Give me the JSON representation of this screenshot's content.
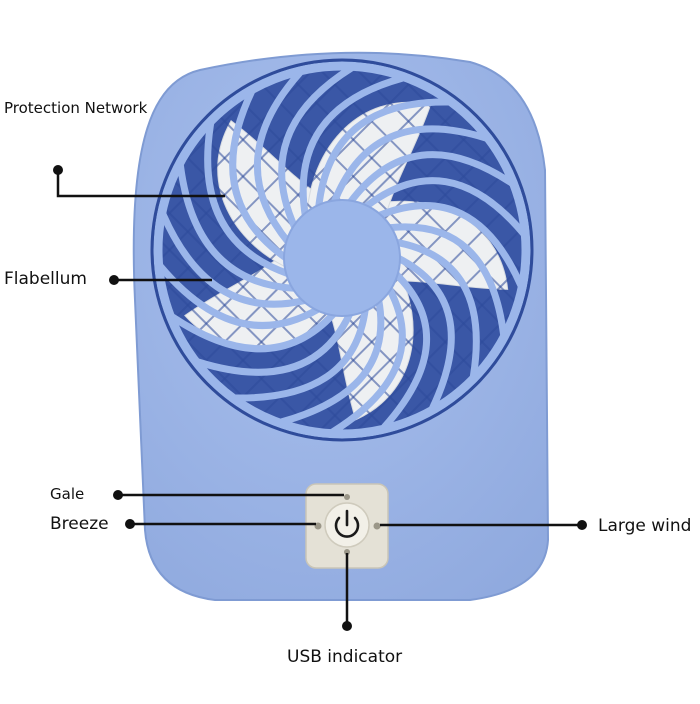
{
  "labels": {
    "protection_network": "Protection Network",
    "flabellum": "Flabellum",
    "gale": "Gale",
    "breeze": "Breeze",
    "large_wind": "Large wind",
    "usb_indicator": "USB indicator"
  },
  "icons": {
    "power": "power-icon"
  },
  "colors": {
    "body": "#9ab4e6",
    "body_edge": "#7f9bd3",
    "grille": "#9bb6ea",
    "grille_dark": "#2f4c9b",
    "blade": "#eef0f2",
    "panel": "#e4e1d6",
    "annotation": "#111111"
  }
}
